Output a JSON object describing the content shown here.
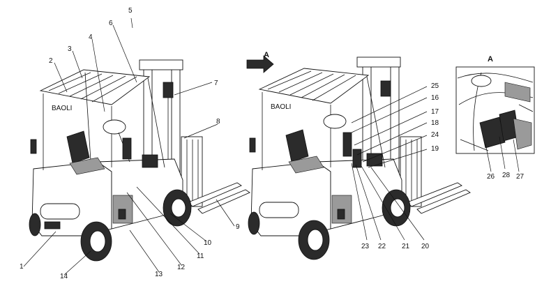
{
  "view_a_title": "A",
  "arrow_label": "A",
  "left_callouts": [
    {
      "id": "l1",
      "text": "1"
    },
    {
      "id": "l2",
      "text": "2"
    },
    {
      "id": "l3",
      "text": "3"
    },
    {
      "id": "l4",
      "text": "4"
    },
    {
      "id": "l5",
      "text": "5"
    },
    {
      "id": "l6",
      "text": "6"
    },
    {
      "id": "l7",
      "text": "7"
    },
    {
      "id": "l8",
      "text": "8"
    },
    {
      "id": "l9",
      "text": "9"
    },
    {
      "id": "l10",
      "text": "10"
    },
    {
      "id": "l11",
      "text": "11"
    },
    {
      "id": "l12",
      "text": "12"
    },
    {
      "id": "l13",
      "text": "13"
    },
    {
      "id": "l14",
      "text": "14"
    }
  ],
  "right_callouts": [
    {
      "id": "r16",
      "text": "16"
    },
    {
      "id": "r17",
      "text": "17"
    },
    {
      "id": "r18",
      "text": "18"
    },
    {
      "id": "r19",
      "text": "19"
    },
    {
      "id": "r20",
      "text": "20"
    },
    {
      "id": "r21",
      "text": "21"
    },
    {
      "id": "r22",
      "text": "22"
    },
    {
      "id": "r23",
      "text": "23"
    },
    {
      "id": "r24",
      "text": "24"
    },
    {
      "id": "r25",
      "text": "25"
    }
  ],
  "detail_callouts": [
    {
      "id": "d26",
      "text": "26"
    },
    {
      "id": "d27",
      "text": "27"
    },
    {
      "id": "d28",
      "text": "28"
    }
  ],
  "brand_text": "BAOLI"
}
